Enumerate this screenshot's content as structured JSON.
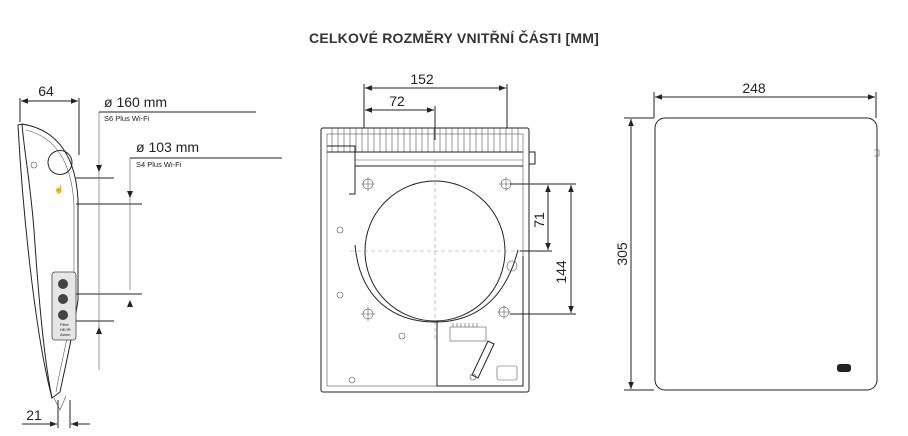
{
  "title": "CELKOVÉ ROZMĚRY VNITŘNÍ ČÁSTI [MM]",
  "side_view": {
    "depth_top": "64",
    "depth_bottom": "21",
    "duct_large_label": "ø 160 mm",
    "duct_large_model": "S6 Plus Wi-Fi",
    "duct_small_label": "ø 103 mm",
    "duct_small_model": "S4 Plus Wi-Fi",
    "panel_labels": [
      "Filter",
      "HE/IR",
      "Alarm"
    ]
  },
  "back_view": {
    "width_total": "152",
    "width_half": "72",
    "height_offset": "71",
    "height_total": "144"
  },
  "front_view": {
    "width": "248",
    "height": "305"
  },
  "colors": {
    "line": "#222222",
    "muted": "#999999",
    "panel": "#e6e6e6"
  }
}
